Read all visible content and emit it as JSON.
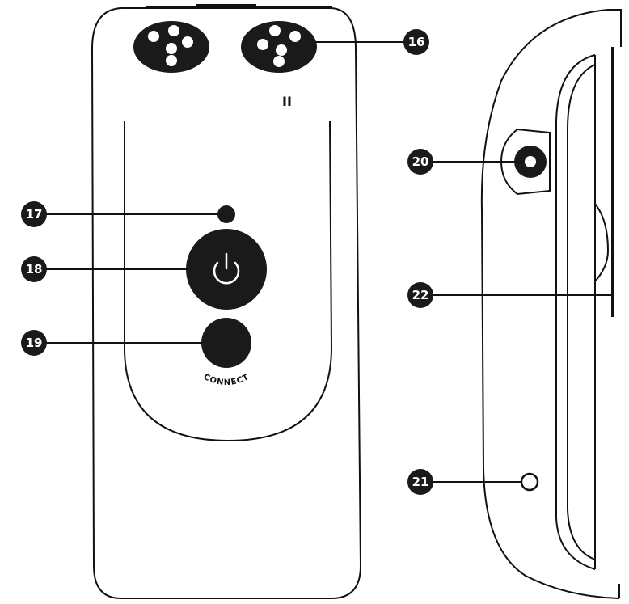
{
  "callouts": [
    {
      "id": "16",
      "label": "16"
    },
    {
      "id": "17",
      "label": "17"
    },
    {
      "id": "18",
      "label": "18"
    },
    {
      "id": "19",
      "label": "19"
    },
    {
      "id": "20",
      "label": "20"
    },
    {
      "id": "21",
      "label": "21"
    },
    {
      "id": "22",
      "label": "22"
    }
  ],
  "front": {
    "connect_label": "CONNECT",
    "channel_label": "II",
    "power_icon": "power-icon"
  },
  "colors": {
    "outline": "#111111",
    "fill": "#ffffff",
    "dark": "#1a1a1a"
  }
}
